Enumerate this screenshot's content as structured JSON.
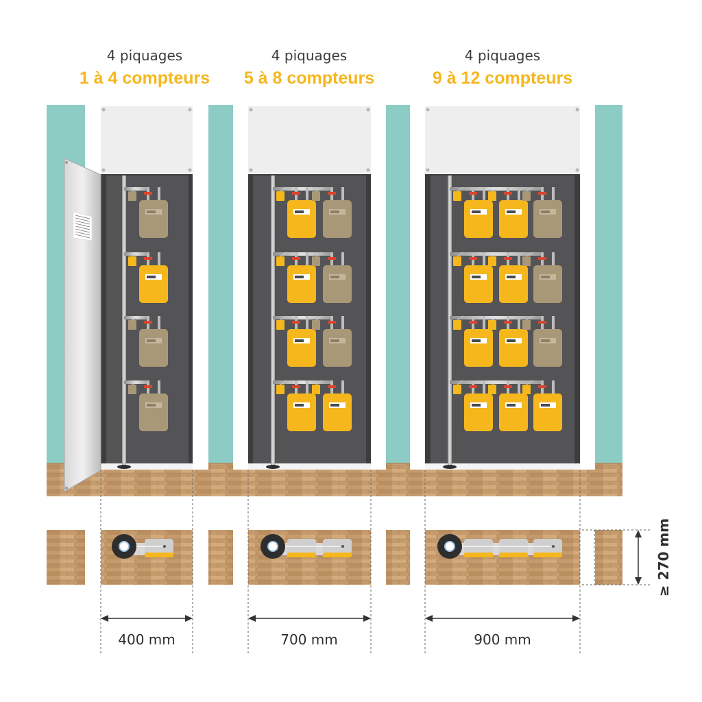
{
  "headers": [
    {
      "top": "4 piquages",
      "bottom": "1 à 4 compteurs"
    },
    {
      "top": "4 piquages",
      "bottom": "5 à 8 compteurs"
    },
    {
      "top": "4 piquages",
      "bottom": "9 à 12 compteurs"
    }
  ],
  "widths": [
    "400 mm",
    "700 mm",
    "900 mm"
  ],
  "depth": "≥ 270 mm",
  "colors": {
    "wall": "#8cccc5",
    "cabinet_frame": "#ffffff",
    "cabinet_top_panel": "#eeeeee",
    "cabinet_interior": "#545456",
    "floor_wood": "#c59b6d",
    "meter_active": "#f6b71d",
    "meter_inactive": "#a99878",
    "accent_text": "#f6b71d",
    "valve": "#d9452e"
  },
  "cabinets": [
    {
      "columns": 1,
      "rows": 4,
      "active_meters": [
        [
          false
        ],
        [
          true
        ],
        [
          false
        ],
        [
          false
        ]
      ],
      "door_open": true
    },
    {
      "columns": 2,
      "rows": 4,
      "active_meters": [
        [
          true,
          false
        ],
        [
          true,
          false
        ],
        [
          true,
          false
        ],
        [
          true,
          true
        ]
      ],
      "door_open": false
    },
    {
      "columns": 3,
      "rows": 4,
      "active_meters": [
        [
          true,
          true,
          false
        ],
        [
          true,
          true,
          false
        ],
        [
          true,
          true,
          false
        ],
        [
          true,
          true,
          true
        ]
      ],
      "door_open": false
    }
  ]
}
